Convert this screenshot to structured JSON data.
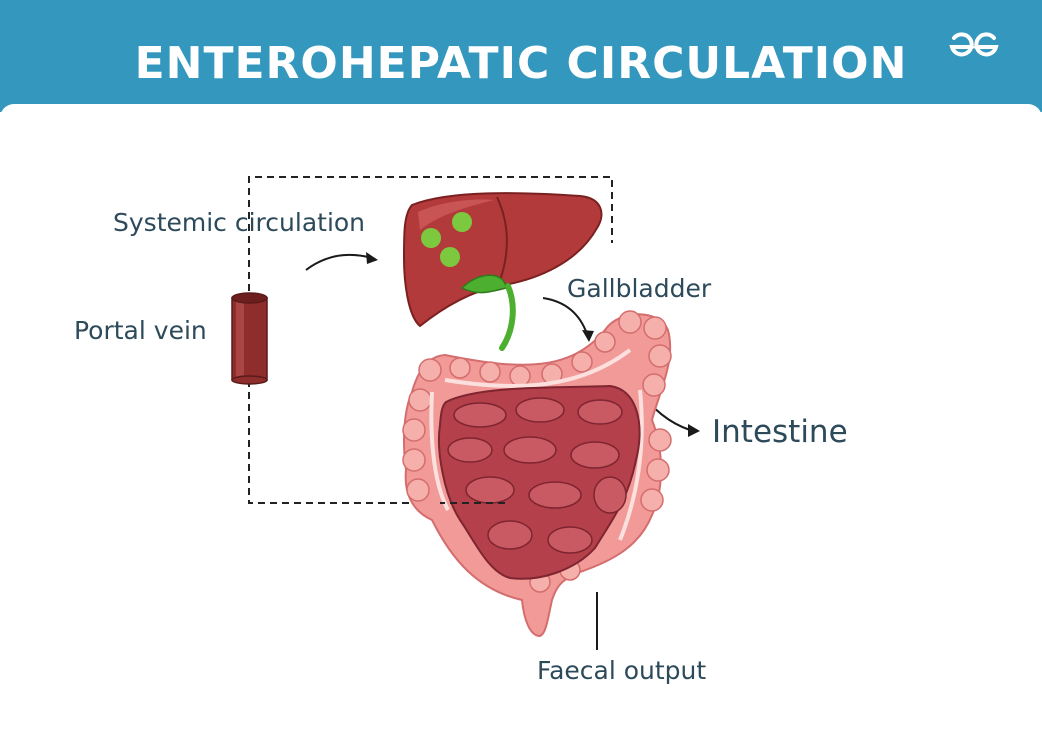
{
  "header": {
    "title": "ENTEROHEPATIC CIRCULATION",
    "logo_icon": "gfg-logo-icon",
    "background_color": "#3497bd"
  },
  "labels": {
    "systemic_circulation": "Systemic circulation",
    "portal_vein": "Portal vein",
    "gallbladder": "Gallbladder",
    "intestine": "Intestine",
    "faecal_output": "Faecal output"
  },
  "colors": {
    "liver": "#b23a3a",
    "bile_duct": "#4caf2f",
    "portal_vein": "#8a2a2a",
    "colon": "#f19a98",
    "small_intestine": "#b3404a",
    "label_text": "#2d4a5a"
  },
  "illustration": {
    "liver_icon": "liver-icon",
    "portal_vein_icon": "portal-vein-cylinder-icon",
    "intestine_icon": "intestine-icon",
    "gallbladder_icon": "gallbladder-duct-icon"
  }
}
